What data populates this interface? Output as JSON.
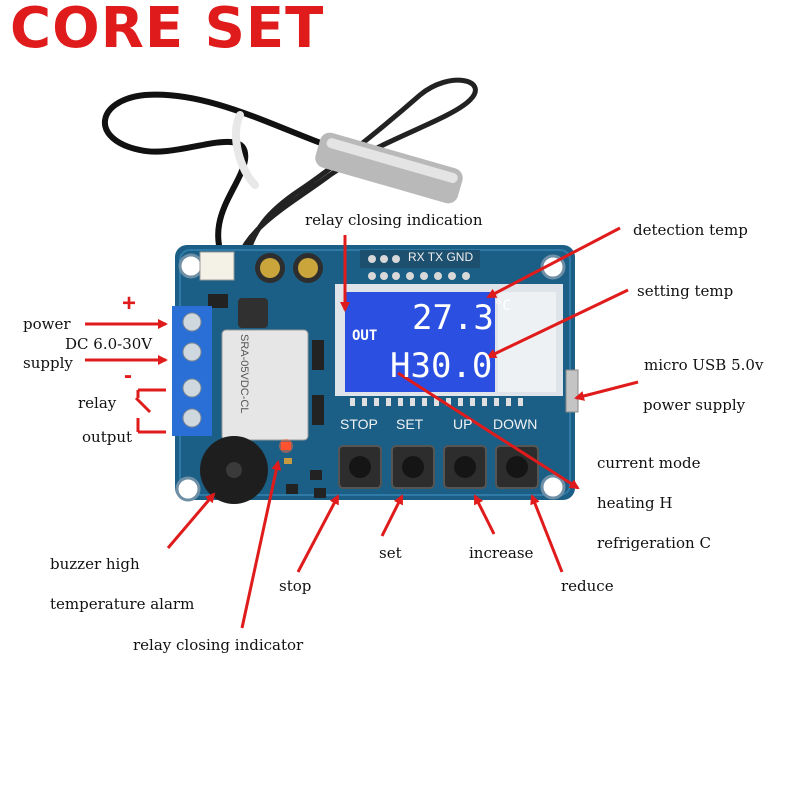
{
  "brand": {
    "name": "CORE SET",
    "color": "#e01b1b"
  },
  "board": {
    "header_pins_label": "RX TX GND",
    "lcd": {
      "mode_indicator": "OUT",
      "detection_temp": "27.3",
      "unit": "°C",
      "setting_temp": "H30.0"
    },
    "buttons": [
      "STOP",
      "SET",
      "UP",
      "DOWN"
    ],
    "relay_text": "SRA-05VDC-CL",
    "polarity": {
      "plus": "+",
      "minus": "-"
    },
    "colors": {
      "pcb": "#1b5f86",
      "lcd": "#2b4fe0",
      "terminal": "#2a6fd6",
      "arrow": "#e01b1b"
    }
  },
  "annotations": {
    "relay_closing_indication": "relay closing indication",
    "detection_temp": "detection temp",
    "setting_temp": "setting temp",
    "power": "power",
    "dc_range": "DC 6.0-30V",
    "supply": "supply",
    "relay": "relay",
    "output": "output",
    "micro_usb": "micro USB 5.0v",
    "power_supply": "power supply",
    "current_mode": "current mode",
    "heating": "heating H",
    "refrigeration": "refrigeration C",
    "buzzer_high": "buzzer high",
    "temperature_alarm": "temperature alarm",
    "stop": "stop",
    "set": "set",
    "increase": "increase",
    "reduce": "reduce",
    "relay_closing_indicator": "relay closing indicator"
  }
}
